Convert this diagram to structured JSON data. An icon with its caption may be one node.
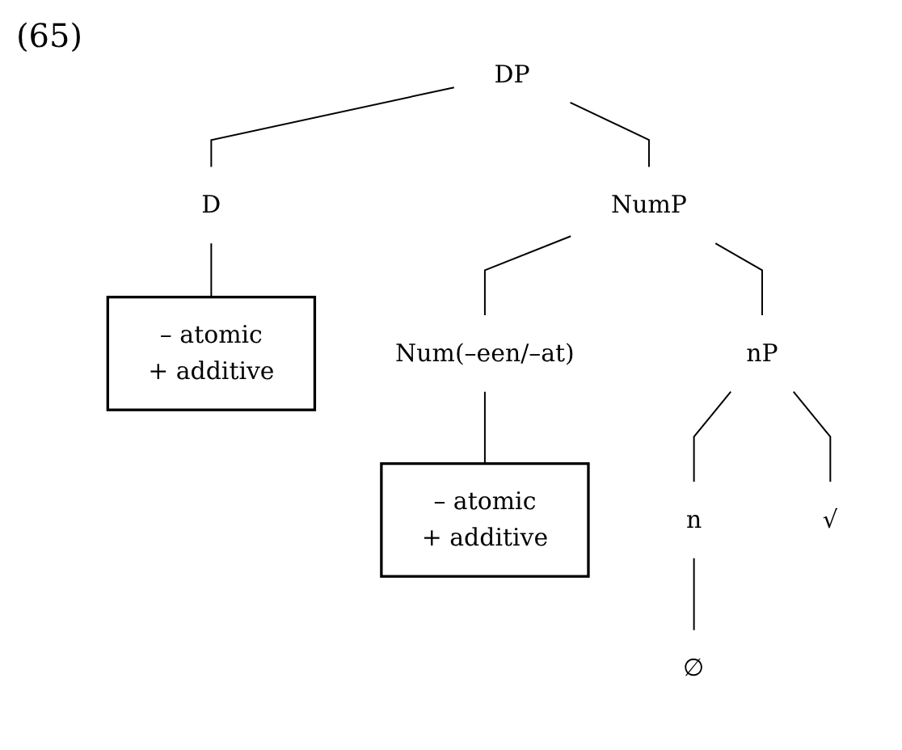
{
  "diagram": {
    "nodes": [
      {
        "text": [
          "DP"
        ]
      },
      {
        "text": [
          "D"
        ]
      },
      {
        "text": [
          "NumP"
        ]
      },
      {
        "text": [
          "– atomic",
          "+ additive"
        ]
      },
      {
        "text": [
          "Num(–een/–at)"
        ]
      },
      {
        "text": [
          "nP"
        ]
      },
      {
        "text": [
          "– atomic",
          "+ additive"
        ]
      },
      {
        "text": [
          "n"
        ]
      },
      {
        "text": [
          "√"
        ]
      },
      {
        "text": [
          "∅"
        ]
      }
    ],
    "edges": [
      {
        "from": 0,
        "to": 1,
        "arrow": "none"
      },
      {
        "from": 0,
        "to": 2,
        "arrow": "none"
      },
      {
        "from": 1,
        "to": 3,
        "arrow": "none"
      },
      {
        "from": 2,
        "to": 4,
        "arrow": "none"
      },
      {
        "from": 2,
        "to": 5,
        "arrow": "none"
      },
      {
        "from": 4,
        "to": 6,
        "arrow": "none"
      },
      {
        "from": 5,
        "to": 7,
        "arrow": "none"
      },
      {
        "from": 5,
        "to": 8,
        "arrow": "none"
      },
      {
        "from": 7,
        "to": 9,
        "arrow": "none"
      }
    ],
    "labels": [
      "(65)"
    ]
  }
}
